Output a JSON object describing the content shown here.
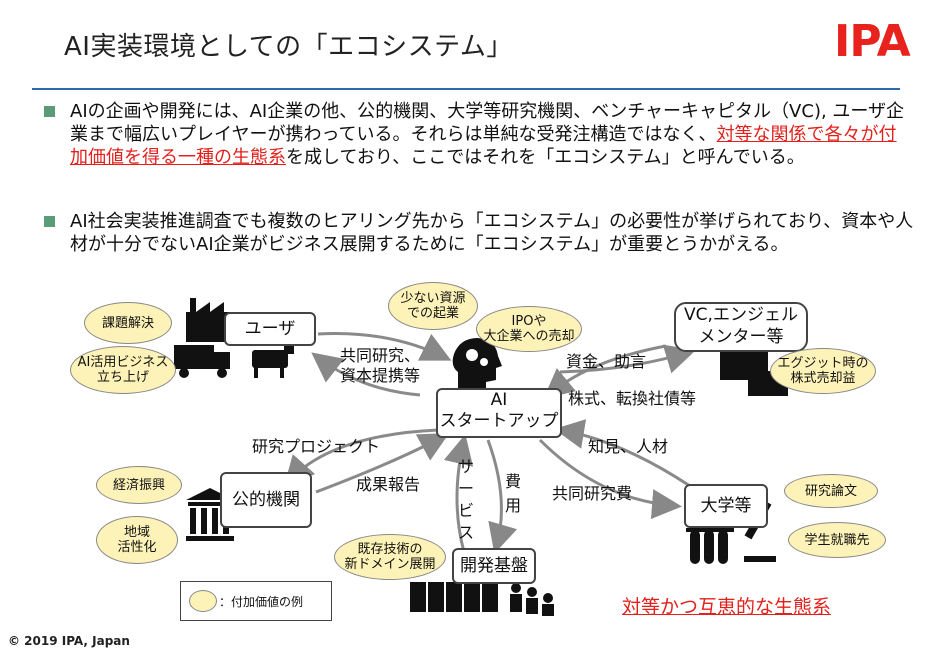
{
  "title": "AI実装環境としての「エコシステム」",
  "logo": "IPA",
  "bullets": [
    {
      "text_before": "AIの企画や開発には、AI企業の他、公的機関、大学等研究機関、ベンチャーキャピタル（VC), ユーザ企業まで幅広いプレイヤーが携わっている。それらは単純な受発注構造ではなく、",
      "highlight": "対等な関係で各々が付加価値を得る一種の生態系",
      "text_after": "を成しており、ここではそれを「エコシステム」と呼んでいる。"
    },
    {
      "text_before": "AI社会実装推進調査でも複数のヒアリング先から「エコシステム」の必要性が挙げられており、資本や人材が十分でないAI企業がビジネス展開するために「エコシステム」が重要とうかがえる。",
      "highlight": "",
      "text_after": ""
    }
  ],
  "diagram": {
    "nodes": {
      "center": {
        "line1": "AI",
        "line2": "スタートアップ"
      },
      "user": "ユーザ",
      "vc": {
        "line1": "VC,エンジェル",
        "line2": "メンター等"
      },
      "public": "公的機関",
      "university": "大学等",
      "platform": "開発基盤"
    },
    "edge_labels": {
      "joint_research": {
        "line1": "共同研究、",
        "line2": "資本提携等"
      },
      "funding": "資金、助言",
      "stock": "株式、転換社債等",
      "research_project": "研究プロジェクト",
      "results_report": "成果報告",
      "service": "サービス",
      "cost": "費用",
      "knowledge": "知見、人材",
      "joint_research_cost": "共同研究費"
    },
    "bubbles": {
      "problem_solving": "課題解決",
      "ai_business": {
        "line1": "AI活用ビジネス",
        "line2": "立ち上げ"
      },
      "few_resources": {
        "line1": "少ない資源",
        "line2": "での起業"
      },
      "ipo": {
        "line1": "IPOや",
        "line2": "大企業への売却"
      },
      "exit": {
        "line1": "エグジット時の",
        "line2": "株式売却益"
      },
      "economy": "経済振興",
      "regional": {
        "line1": "地域",
        "line2": "活性化"
      },
      "existing_tech": {
        "line1": "既存技術の",
        "line2": "新ドメイン展開"
      },
      "papers": "研究論文",
      "employment": "学生就職先"
    },
    "legend": "：付加価値の例",
    "conclusion": "対等かつ互恵的な生態系"
  },
  "footer": "© 2019  IPA, Japan",
  "colors": {
    "accent": "#e3211c",
    "rule": "#2e6aa8",
    "bubble": "#fdf2b8",
    "bullet": "#5b9b78"
  }
}
